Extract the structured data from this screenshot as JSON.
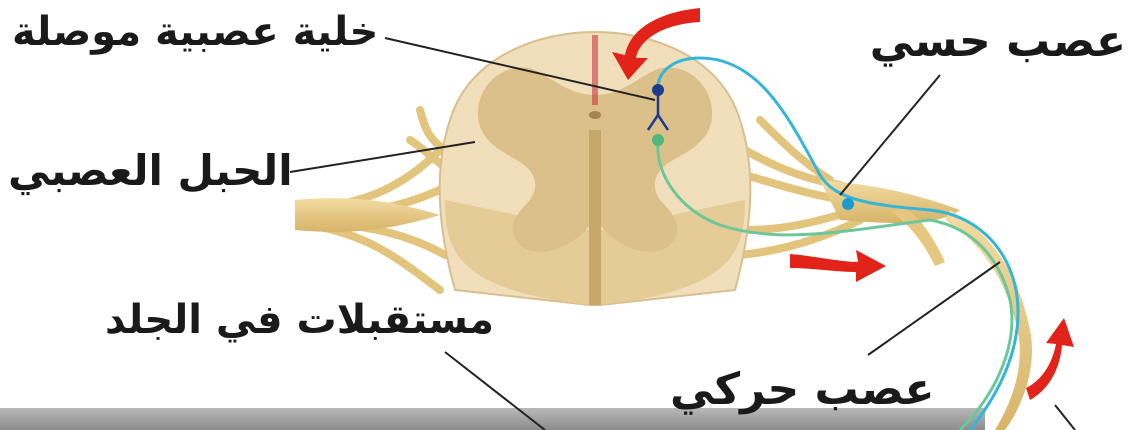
{
  "labels": {
    "interneuron": "خلية عصبية موصلة",
    "sensory_nerve": "عصب حسي",
    "spinal_cord": "الحبل العصبي",
    "skin_receptors": "مستقبلات في الجلد",
    "motor_nerve": "عصب حركي"
  },
  "colors": {
    "white_matter": "#f1dfbb",
    "gray_matter": "#dcc08a",
    "nerve": "#e6c77f",
    "sensory_line": "#35b6d8",
    "motor_line": "#6cc79a",
    "arrow": "#e2231a",
    "skin": "#9a9a9a"
  },
  "icons": [
    "flow-arrow-icon"
  ]
}
